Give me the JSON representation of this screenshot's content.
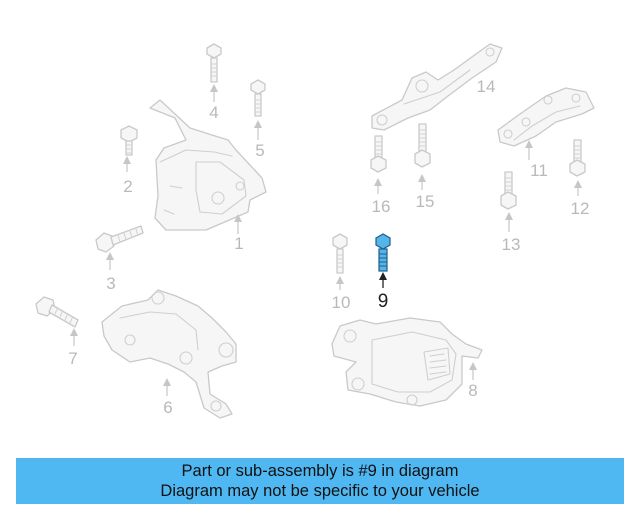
{
  "diagram": {
    "callouts": [
      "1",
      "2",
      "3",
      "4",
      "5",
      "6",
      "7",
      "8",
      "9",
      "10",
      "11",
      "12",
      "13",
      "14",
      "15",
      "16"
    ],
    "highlighted_part": "9",
    "highlight_color": "#55b4e8"
  },
  "banner": {
    "line1": "Part or sub-assembly is #9 in diagram",
    "line2": "Diagram may not be specific to your vehicle",
    "background": "#4fb8f2"
  }
}
